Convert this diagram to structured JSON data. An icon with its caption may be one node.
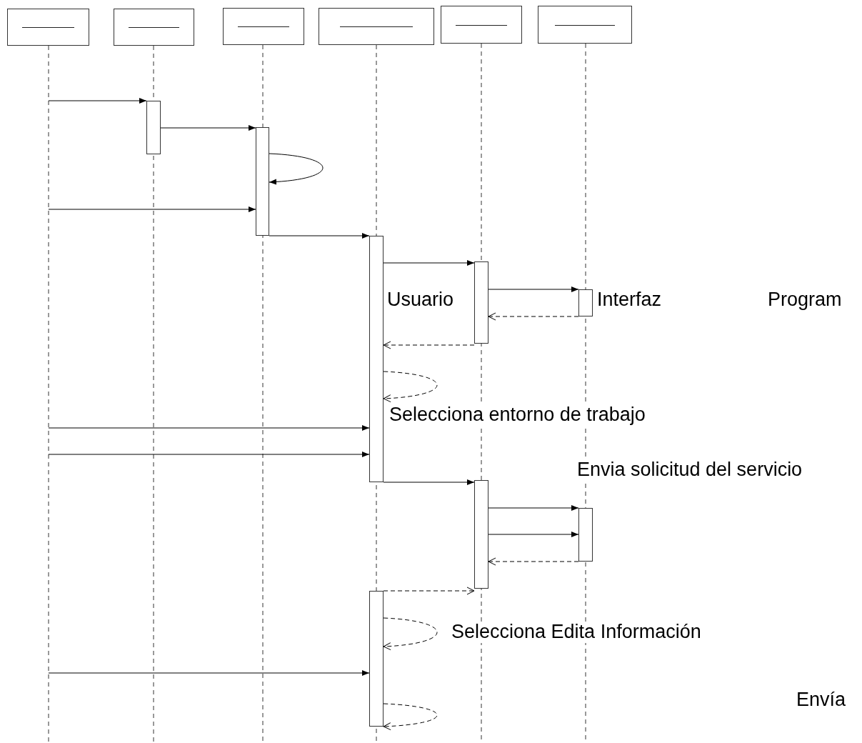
{
  "diagram": {
    "nodes": [
      {
        "text": [],
        "shape": "box"
      },
      {
        "text": [],
        "shape": "box"
      },
      {
        "text": [],
        "shape": "box"
      },
      {
        "text": [],
        "shape": "box"
      },
      {
        "text": [],
        "shape": "box"
      },
      {
        "text": [],
        "shape": "box"
      },
      {
        "text": [],
        "shape": "bar"
      },
      {
        "text": [],
        "shape": "bar"
      },
      {
        "text": [],
        "shape": "bar"
      },
      {
        "text": [],
        "shape": "bar"
      },
      {
        "text": [],
        "shape": "bar"
      },
      {
        "text": [],
        "shape": "bar"
      },
      {
        "text": [],
        "shape": "bar"
      },
      {
        "text": [],
        "shape": "bar"
      }
    ],
    "edges": [
      {
        "from": null,
        "to": 6,
        "arrow": "to"
      },
      {
        "from": 6,
        "to": 7,
        "arrow": "to"
      },
      {
        "from": 7,
        "to": 7,
        "arrow": "to"
      },
      {
        "from": null,
        "to": 7,
        "arrow": "to"
      },
      {
        "from": 7,
        "to": 8,
        "arrow": "to"
      },
      {
        "from": 8,
        "to": 9,
        "arrow": "to"
      },
      {
        "from": 9,
        "to": 10,
        "arrow": "to"
      },
      {
        "from": 10,
        "to": 9,
        "arrow": "to",
        "style": "dashed"
      },
      {
        "from": 9,
        "to": 8,
        "arrow": "to",
        "style": "dashed"
      },
      {
        "from": 8,
        "to": 8,
        "arrow": "to",
        "style": "dashed"
      },
      {
        "from": null,
        "to": 8,
        "arrow": "to"
      },
      {
        "from": null,
        "to": 8,
        "arrow": "to"
      },
      {
        "from": 8,
        "to": 11,
        "arrow": "to"
      },
      {
        "from": 11,
        "to": 12,
        "arrow": "to"
      },
      {
        "from": 11,
        "to": 12,
        "arrow": "to"
      },
      {
        "from": 12,
        "to": 11,
        "arrow": "to",
        "style": "dashed"
      },
      {
        "from": 13,
        "to": 11,
        "arrow": "to",
        "style": "dashed"
      },
      {
        "from": 13,
        "to": 13,
        "arrow": "to",
        "style": "dashed"
      },
      {
        "from": null,
        "to": 13,
        "arrow": "to"
      },
      {
        "from": 13,
        "to": 13,
        "arrow": "to",
        "style": "dashed"
      }
    ],
    "labels": [
      "Usuario",
      "Interfaz",
      "Program",
      "Selecciona entorno de trabajo",
      "Envia solicitud del servicio",
      "Selecciona Edita Información",
      "Envía"
    ]
  }
}
